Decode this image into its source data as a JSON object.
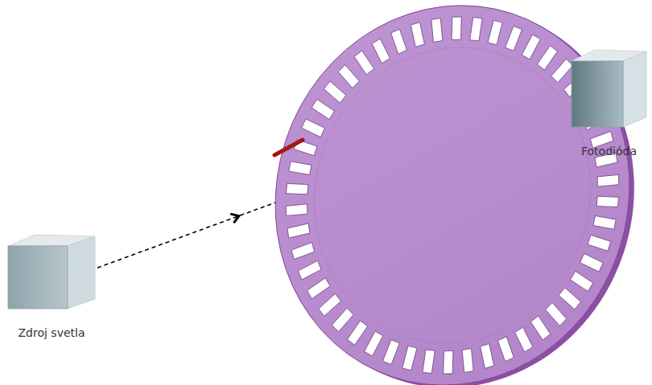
{
  "diagram": {
    "nodes": [
      {
        "text": [
          "Zdroj svetla"
        ]
      },
      {
        "text": [
          "Fotodióda"
        ]
      }
    ],
    "edges": [
      {
        "from": 0,
        "to": 1,
        "arrow": "to"
      }
    ]
  }
}
